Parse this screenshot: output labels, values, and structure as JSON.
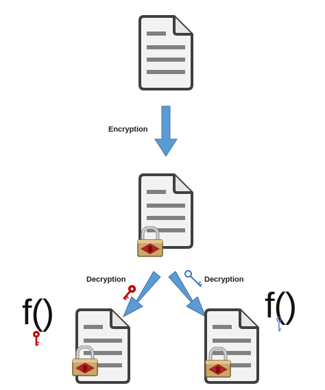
{
  "labels": {
    "encryption": "Encryption",
    "decryption_left": "Decryption",
    "decryption_right": "Decryption"
  },
  "functions": {
    "left": "f()",
    "right": "f()"
  },
  "icons": {
    "document": "document-icon",
    "padlock": "padlock-icon",
    "red_key": "red-key-icon",
    "blue_key": "blue-key-icon",
    "arrow": "arrow-down-icon"
  },
  "colors": {
    "arrow_fill": "#5B9BD5",
    "arrow_stroke": "#41719C",
    "doc_fill": "#F2F2F2",
    "doc_stroke": "#3F3F3F",
    "doc_lines": "#808080",
    "red_key": "#C00000",
    "blue_key": "#3B6FC4",
    "padlock_body": "#C9A86A",
    "padlock_shackle": "#A9A9A9"
  }
}
